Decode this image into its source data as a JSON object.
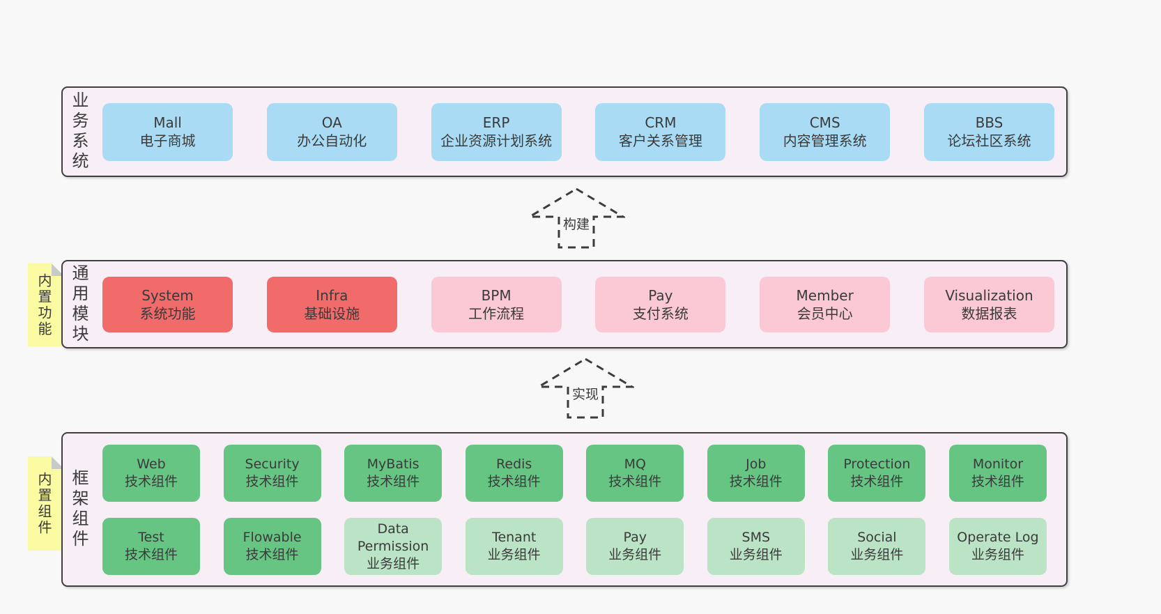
{
  "palette": {
    "page_bg": "#f8f8f8",
    "panel_bg": "#f8eef6",
    "panel_border": "#3f3f3f",
    "blue_box": "#a9dcf4",
    "red_box": "#f16b6b",
    "pink_box": "#fbc9d5",
    "green_box": "#67c584",
    "light_green_box": "#bae4c5",
    "note_yellow": "#fafaa2",
    "text": "#3a3a3a"
  },
  "arrows": [
    {
      "label": "构建"
    },
    {
      "label": "实现"
    }
  ],
  "notes": [
    {
      "label": "内置功能"
    },
    {
      "label": "内置组件"
    }
  ],
  "layers": [
    {
      "label": "业务系统",
      "boxes": [
        {
          "title": "Mall",
          "subtitle": "电子商城"
        },
        {
          "title": "OA",
          "subtitle": "办公自动化"
        },
        {
          "title": "ERP",
          "subtitle": "企业资源计划系统"
        },
        {
          "title": "CRM",
          "subtitle": "客户关系管理"
        },
        {
          "title": "CMS",
          "subtitle": "内容管理系统"
        },
        {
          "title": "BBS",
          "subtitle": "论坛社区系统"
        }
      ]
    },
    {
      "label": "通用模块",
      "boxes": [
        {
          "title": "System",
          "subtitle": "系统功能"
        },
        {
          "title": "Infra",
          "subtitle": "基础设施"
        },
        {
          "title": "BPM",
          "subtitle": "工作流程"
        },
        {
          "title": "Pay",
          "subtitle": "支付系统"
        },
        {
          "title": "Member",
          "subtitle": "会员中心"
        },
        {
          "title": "Visualization",
          "subtitle": "数据报表"
        }
      ]
    },
    {
      "label": "框架组件",
      "rows": [
        [
          {
            "title": "Web",
            "subtitle": "技术组件"
          },
          {
            "title": "Security",
            "subtitle": "技术组件"
          },
          {
            "title": "MyBatis",
            "subtitle": "技术组件"
          },
          {
            "title": "Redis",
            "subtitle": "技术组件"
          },
          {
            "title": "MQ",
            "subtitle": "技术组件"
          },
          {
            "title": "Job",
            "subtitle": "技术组件"
          },
          {
            "title": "Protection",
            "subtitle": "技术组件"
          },
          {
            "title": "Monitor",
            "subtitle": "技术组件"
          }
        ],
        [
          {
            "title": "Test",
            "subtitle": "技术组件"
          },
          {
            "title": "Flowable",
            "subtitle": "技术组件"
          },
          {
            "title": "Data Permission",
            "subtitle": "业务组件"
          },
          {
            "title": "Tenant",
            "subtitle": "业务组件"
          },
          {
            "title": "Pay",
            "subtitle": "业务组件"
          },
          {
            "title": "SMS",
            "subtitle": "业务组件"
          },
          {
            "title": "Social",
            "subtitle": "业务组件"
          },
          {
            "title": "Operate Log",
            "subtitle": "业务组件"
          }
        ]
      ]
    }
  ]
}
